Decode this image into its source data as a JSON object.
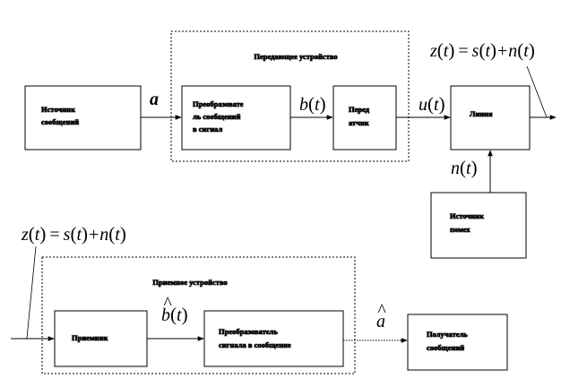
{
  "transmitter": {
    "title": "Передающее устройство"
  },
  "receiver": {
    "title": "Приемное устройство"
  },
  "blocks": {
    "source": [
      "Источник",
      "сообщений"
    ],
    "converter": [
      "Преобразовате",
      "ль сообщений",
      "в сигнал"
    ],
    "tx": [
      "Перед",
      "атчик"
    ],
    "line": [
      "Линия"
    ],
    "noise": [
      "Источник",
      "помех"
    ],
    "rx": [
      "Приемник"
    ],
    "rx_converter": [
      "Преобразователь",
      "сигнала в сообщение"
    ],
    "sink": [
      "Получатель",
      "сообщений"
    ]
  },
  "signals": {
    "a": "a",
    "b": "b",
    "u": "u",
    "n": "n",
    "t": "t",
    "z_eq_top": {
      "z": "z",
      "s": "s",
      "n": "n",
      "t": "t",
      "eq": "=",
      "plus": "+"
    },
    "z_eq_left": {
      "z": "z",
      "s": "s",
      "n": "n",
      "t": "t",
      "eq": "=",
      "plus": "+"
    },
    "b_hat": "b",
    "a_hat": "a",
    "hat": "^"
  }
}
